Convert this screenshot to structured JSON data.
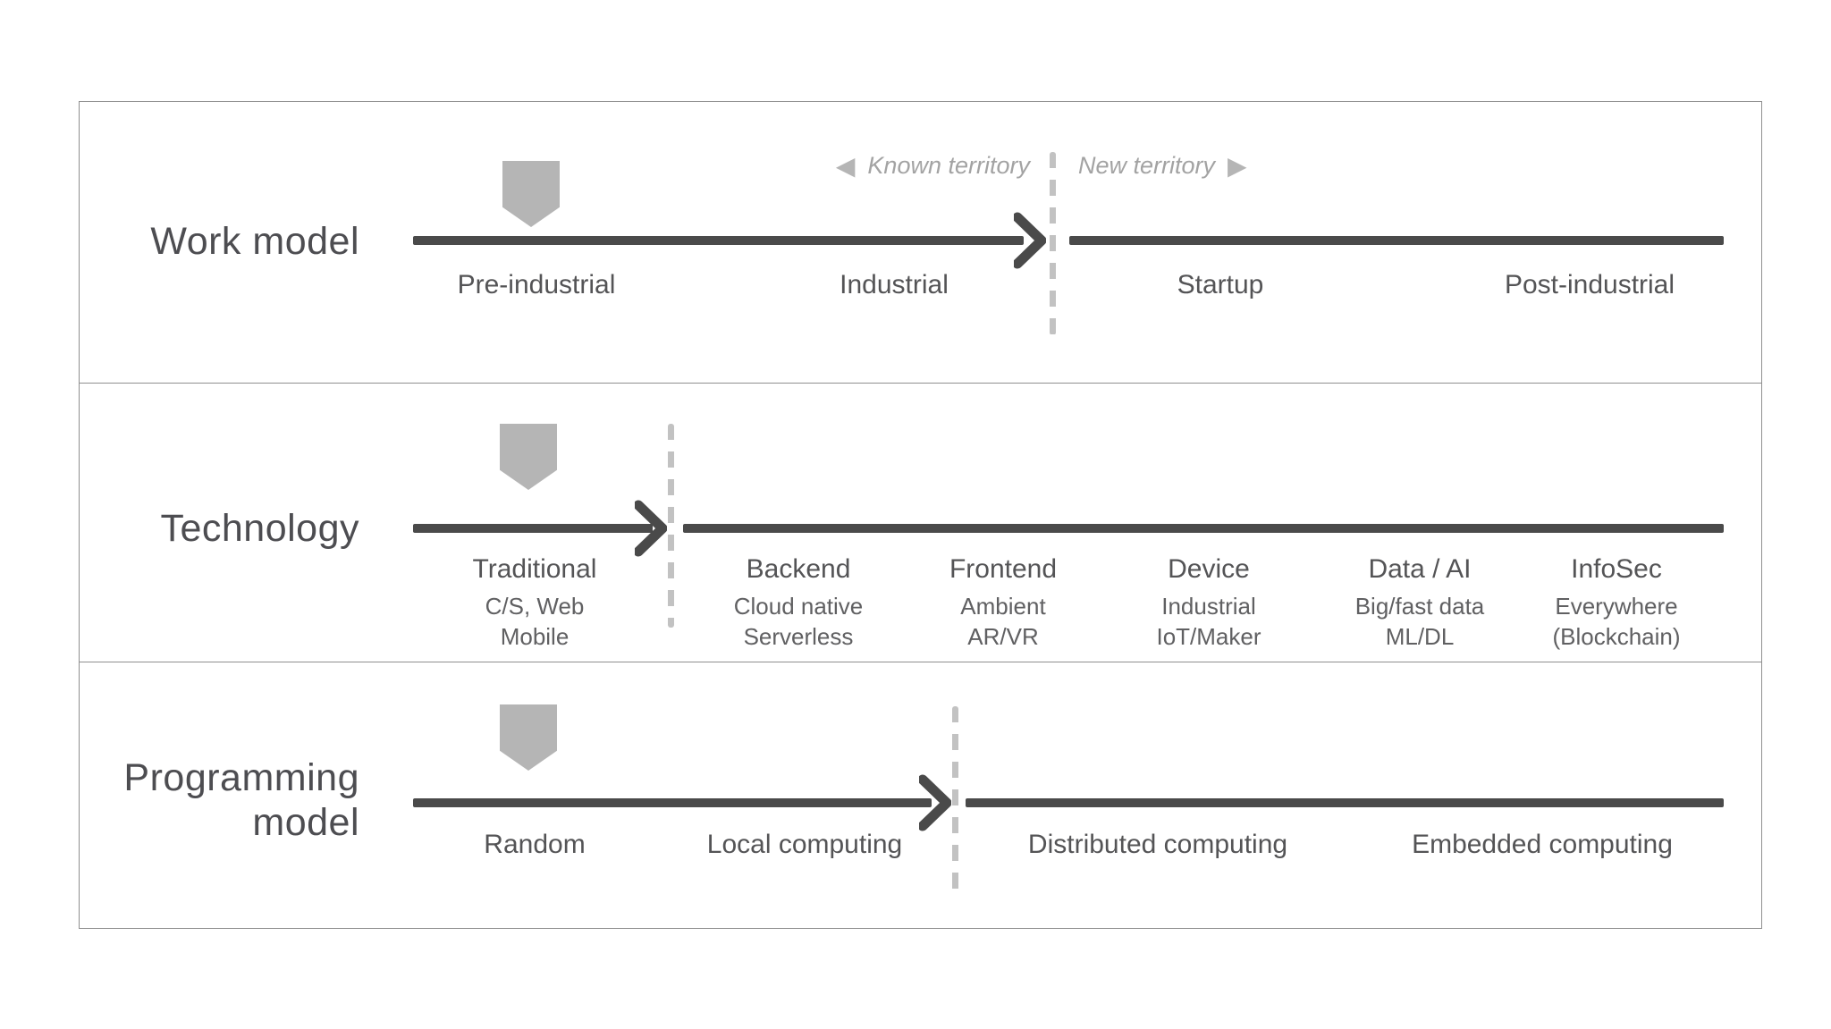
{
  "diagram": {
    "territory": {
      "known": "Known territory",
      "new": "New territory",
      "left_arrow": "◀",
      "right_arrow": "▶"
    },
    "rows": [
      {
        "title": "Work model",
        "stages": [
          {
            "label": "Pre-industrial"
          },
          {
            "label": "Industrial"
          },
          {
            "label": "Startup"
          },
          {
            "label": "Post-industrial"
          }
        ]
      },
      {
        "title": "Technology",
        "stages": [
          {
            "label": "Traditional",
            "sub1": "C/S, Web",
            "sub2": "Mobile"
          },
          {
            "label": "Backend",
            "sub1": "Cloud native",
            "sub2": "Serverless"
          },
          {
            "label": "Frontend",
            "sub1": "Ambient",
            "sub2": "AR/VR"
          },
          {
            "label": "Device",
            "sub1": "Industrial",
            "sub2": "IoT/Maker"
          },
          {
            "label": "Data / AI",
            "sub1": "Big/fast data",
            "sub2": "ML/DL"
          },
          {
            "label": "InfoSec",
            "sub1": "Everywhere",
            "sub2": "(Blockchain)"
          }
        ]
      },
      {
        "title_line1": "Programming",
        "title_line2": "model",
        "stages": [
          {
            "label": "Random"
          },
          {
            "label": "Local computing"
          },
          {
            "label": "Distributed computing"
          },
          {
            "label": "Embedded computing"
          }
        ]
      }
    ],
    "colors": {
      "timeline": "#4a4a4a",
      "marker": "#b5b5b5",
      "dashed_divider": "#c2c2c2",
      "box_border": "#8f8f8f",
      "title_text": "#4d4d51",
      "stage_text": "#545456",
      "sub_text": "#606062",
      "territory_text": "#a3a3a3"
    }
  }
}
